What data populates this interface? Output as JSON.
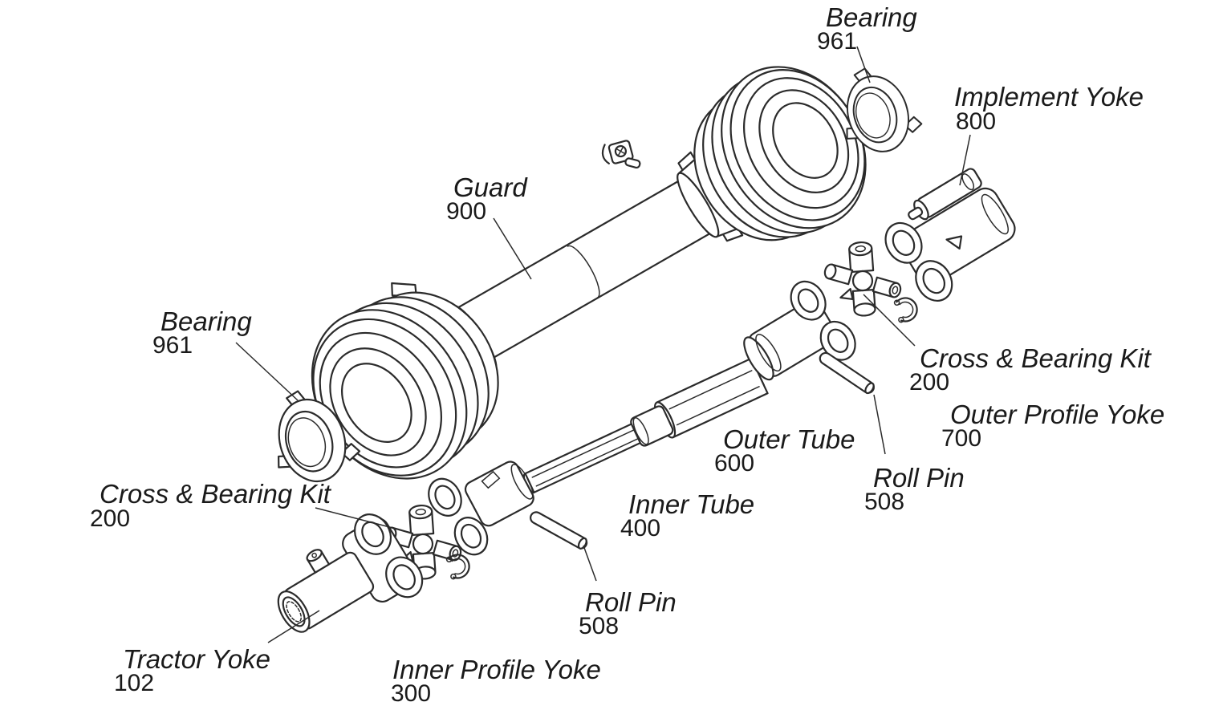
{
  "diagram": {
    "background": "#ffffff",
    "line_color": "#2b2b2b",
    "text_color": "#1a1a1a"
  },
  "labels": {
    "bearing_top": {
      "name": "Bearing",
      "number": "961"
    },
    "implement_yoke": {
      "name": "Implement Yoke",
      "number": "800"
    },
    "guard": {
      "name": "Guard",
      "number": "900"
    },
    "bearing_left": {
      "name": "Bearing",
      "number": "961"
    },
    "cross_bearing_kit_left": {
      "name": "Cross & Bearing Kit",
      "number": "200"
    },
    "tractor_yoke": {
      "name": "Tractor Yoke",
      "number": "102"
    },
    "inner_profile_yoke": {
      "name": "Inner Profile Yoke",
      "number": "300"
    },
    "roll_pin_center": {
      "name": "Roll Pin",
      "number": "508"
    },
    "inner_tube": {
      "name": "Inner Tube",
      "number": "400"
    },
    "outer_tube": {
      "name": "Outer Tube",
      "number": "600"
    },
    "cross_bearing_kit_right": {
      "name": "Cross & Bearing Kit",
      "number": "200"
    },
    "outer_profile_yoke": {
      "name": "Outer Profile Yoke",
      "number": "700"
    },
    "roll_pin_right": {
      "name": "Roll Pin",
      "number": "508"
    }
  }
}
